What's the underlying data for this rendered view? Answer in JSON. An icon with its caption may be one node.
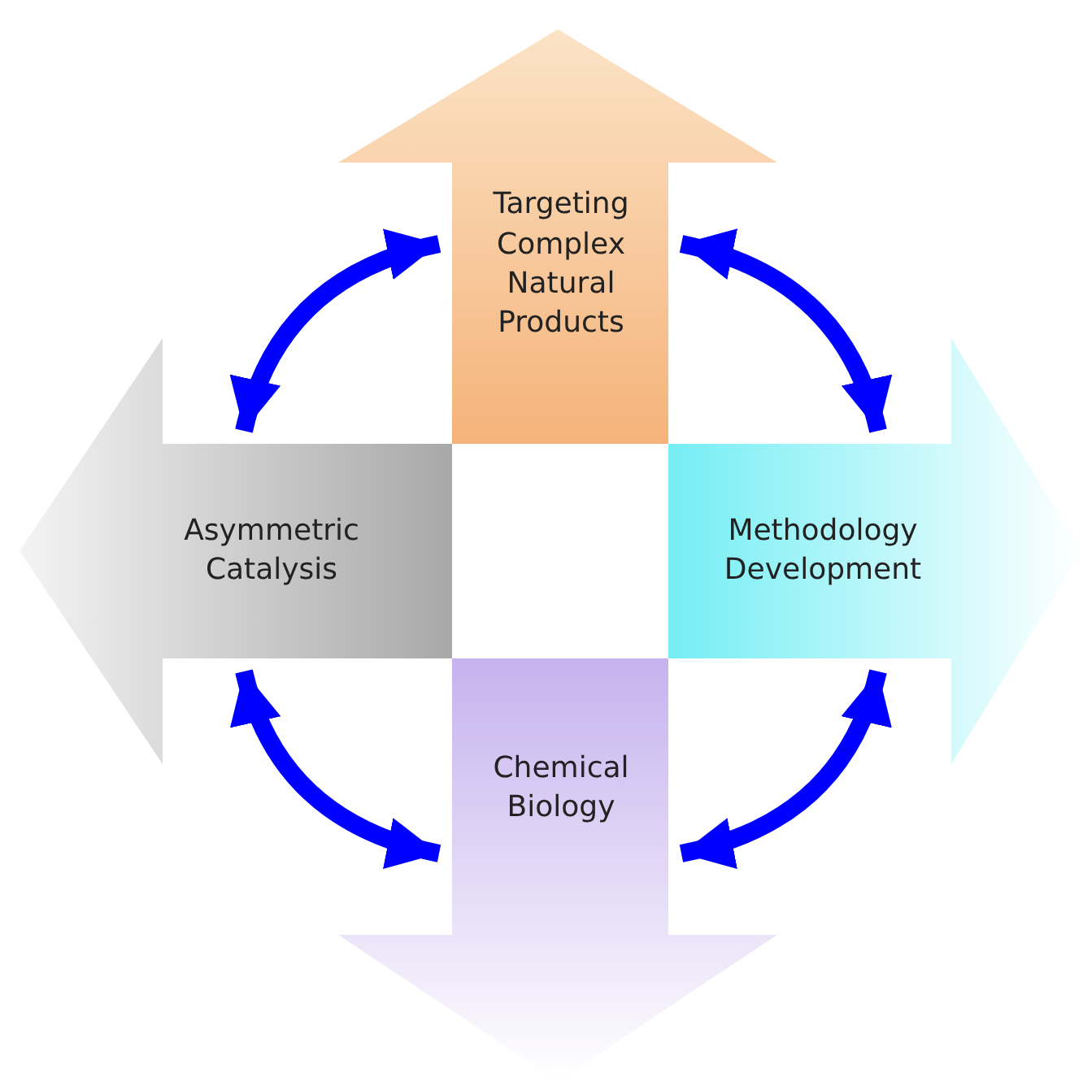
{
  "diagram": {
    "nodes": [
      {
        "text": [
          "Targeting Complex Natural Products"
        ]
      },
      {
        "text": [
          "Asymmetric Catalysis"
        ]
      },
      {
        "text": [
          "Methodology Development"
        ]
      },
      {
        "text": [
          "Chemical Biology"
        ]
      }
    ],
    "edges": [
      {
        "from": 0,
        "to": 1,
        "arrow": "both"
      },
      {
        "from": 0,
        "to": 2,
        "arrow": "both"
      },
      {
        "from": 1,
        "to": 3,
        "arrow": "both"
      },
      {
        "from": 2,
        "to": 3,
        "arrow": "both"
      }
    ]
  }
}
